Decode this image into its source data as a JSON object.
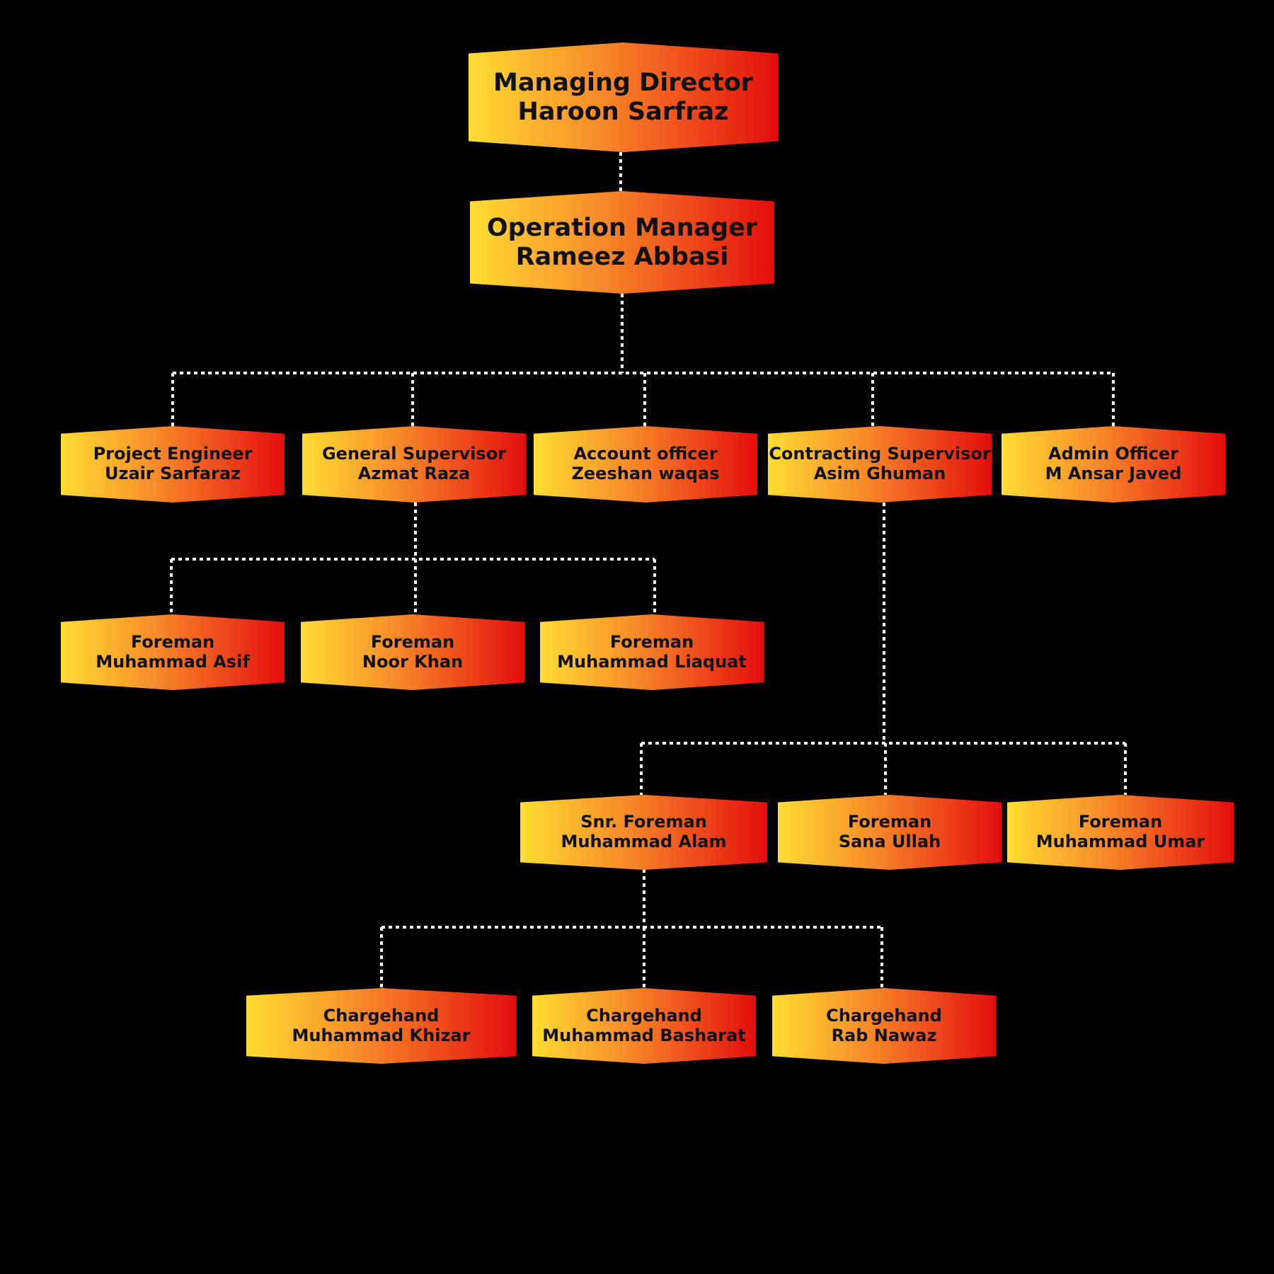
{
  "colors": {
    "background": "#000000",
    "connector": "#ffffff",
    "gradient_start": "#ffdd33",
    "gradient_end": "#e20d0d"
  },
  "nodes": {
    "md": {
      "role": "Managing Director",
      "name": "Haroon Sarfraz"
    },
    "om": {
      "role": "Operation Manager",
      "name": "Rameez Abbasi"
    },
    "pe": {
      "role": "Project Engineer",
      "name": "Uzair Sarfaraz"
    },
    "gs": {
      "role": "General Supervisor",
      "name": "Azmat Raza"
    },
    "ao": {
      "role": "Account officer",
      "name": "Zeeshan waqas"
    },
    "cs": {
      "role": "Contracting Supervisor",
      "name": "Asim Ghuman"
    },
    "adm": {
      "role": "Admin Officer",
      "name": "M Ansar Javed"
    },
    "f1": {
      "role": "Foreman",
      "name": "Muhammad Asif"
    },
    "f2": {
      "role": "Foreman",
      "name": "Noor Khan"
    },
    "f3": {
      "role": "Foreman",
      "name": "Muhammad Liaquat"
    },
    "sf": {
      "role": "Snr. Foreman",
      "name": "Muhammad Alam"
    },
    "f4": {
      "role": "Foreman",
      "name": "Sana Ullah"
    },
    "f5": {
      "role": "Foreman",
      "name": "Muhammad Umar"
    },
    "c1": {
      "role": "Chargehand",
      "name": "Muhammad Khizar"
    },
    "c2": {
      "role": "Chargehand",
      "name": "Muhammad Basharat"
    },
    "c3": {
      "role": "Chargehand",
      "name": "Rab Nawaz"
    }
  }
}
